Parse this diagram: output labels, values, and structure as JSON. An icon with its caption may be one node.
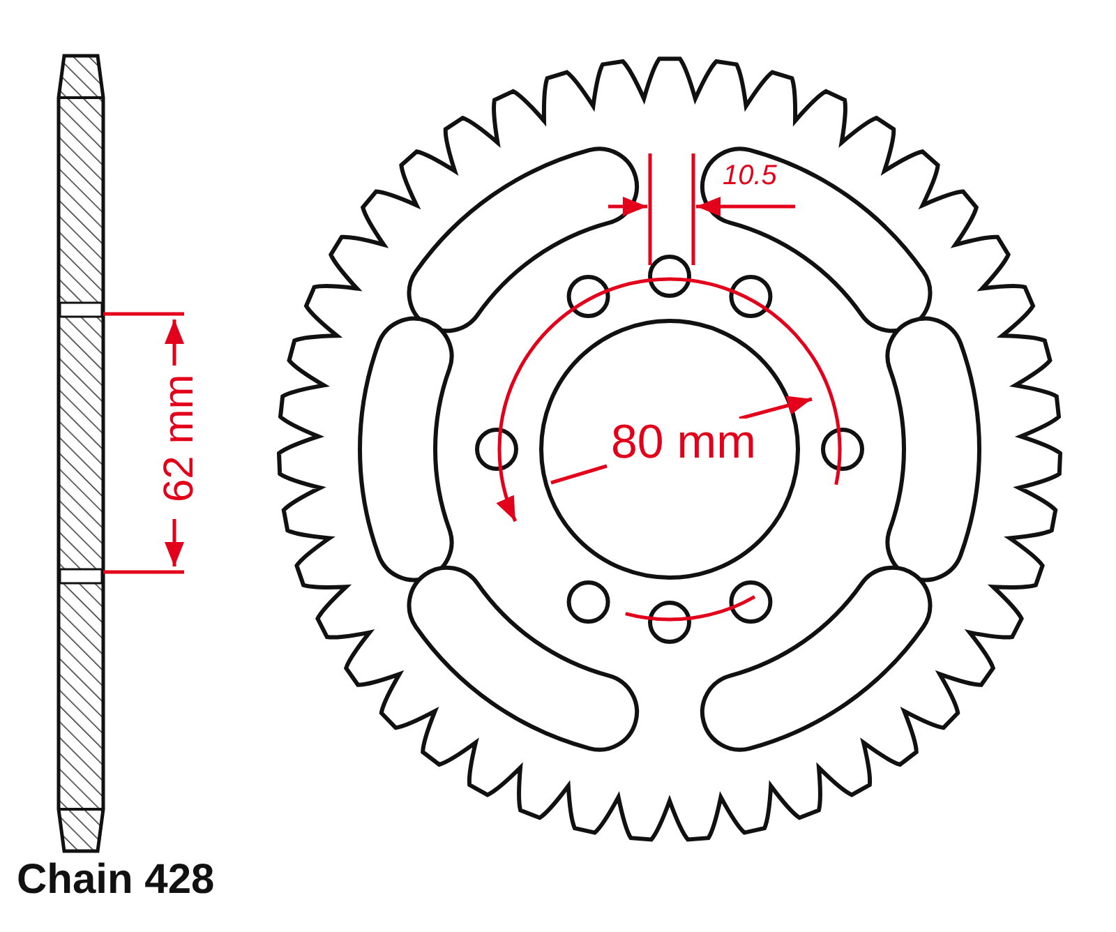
{
  "diagram": {
    "labels": [
      "10.5",
      "80 mm",
      "62 mm",
      "Chain 428"
    ]
  }
}
